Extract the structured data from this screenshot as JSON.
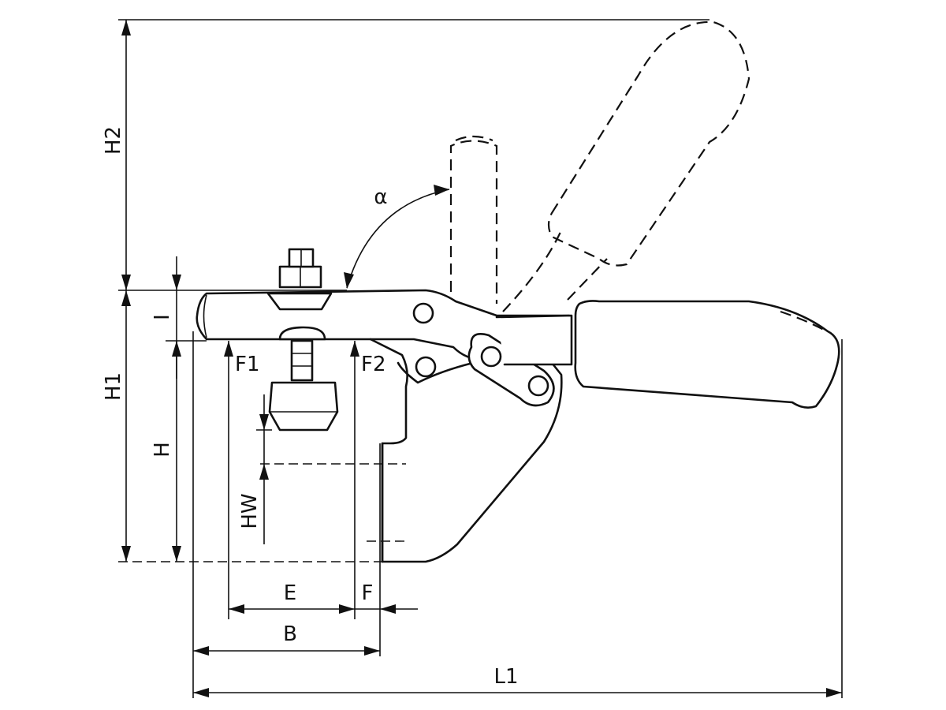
{
  "labels": {
    "h2": "H2",
    "alpha": "α",
    "i": "I",
    "h1": "H1",
    "h": "H",
    "f1": "F1",
    "f2": "F2",
    "hw": "HW",
    "e": "E",
    "f": "F",
    "b": "B",
    "l1": "L1"
  }
}
